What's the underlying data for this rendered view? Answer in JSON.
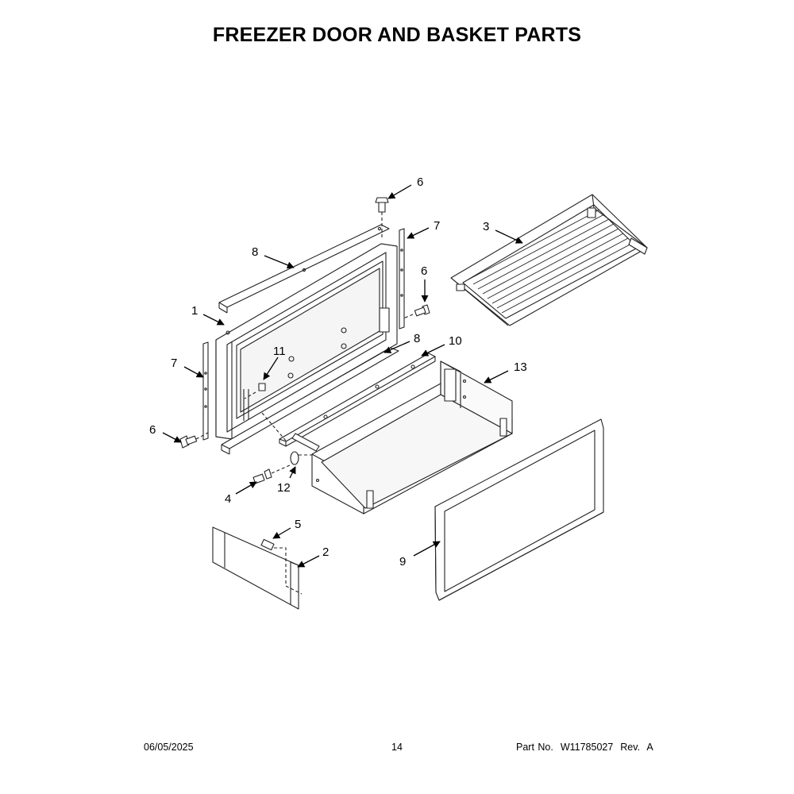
{
  "title": "FREEZER DOOR AND BASKET PARTS",
  "footer": {
    "date": "06/05/2025",
    "page": "14",
    "part_label": "Part No.",
    "part_number": "W11785027",
    "rev_label": "Rev.",
    "rev": "A"
  },
  "callouts": [
    "1",
    "2",
    "3",
    "4",
    "5",
    "6",
    "6",
    "6",
    "7",
    "7",
    "8",
    "8",
    "9",
    "10",
    "11",
    "12",
    "13"
  ]
}
